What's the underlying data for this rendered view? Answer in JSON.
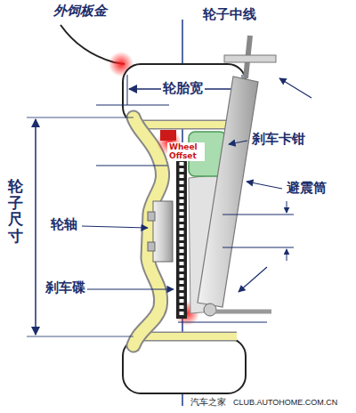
{
  "diagram": {
    "labels": [
      "外饲板金",
      "轮子中线",
      "轮胎宽",
      "Wheel Offset",
      "刹车卡钳",
      "避震筒",
      "轮子尺寸",
      "轮轴",
      "刹车碟",
      "汽车之家",
      "CLUB.AUTOHOME.COM.CN"
    ]
  }
}
